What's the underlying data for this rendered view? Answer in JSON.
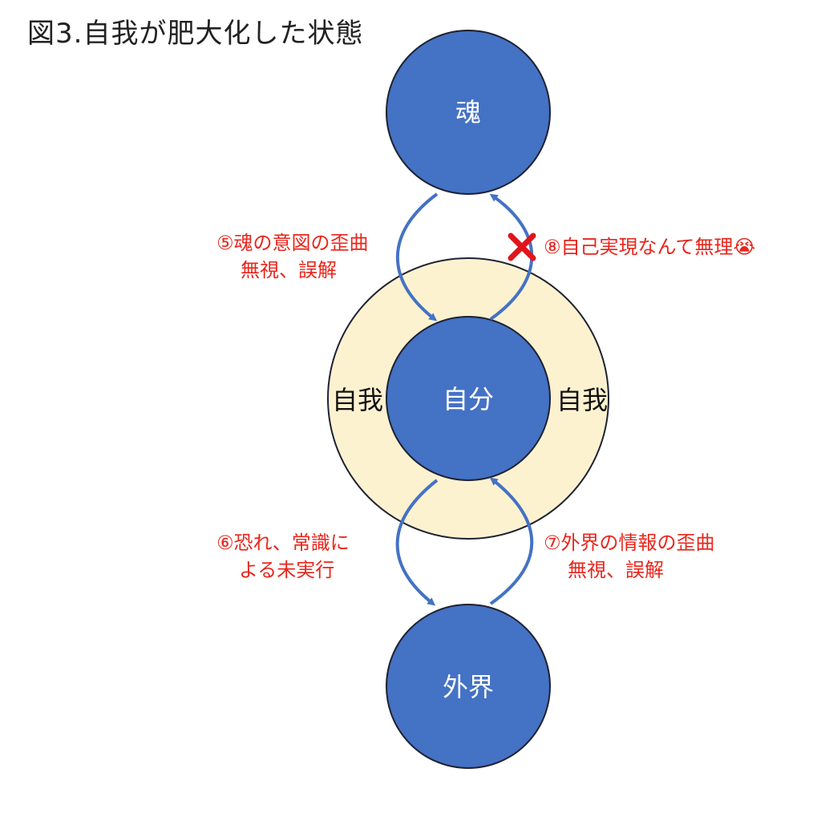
{
  "title": "図3.自我が肥大化した状態",
  "nodes": {
    "soul": "魂",
    "self": "自分",
    "outer": "外界",
    "ego_left": "自我",
    "ego_right": "自我"
  },
  "annotations": {
    "a5_line1": "⑤魂の意図の歪曲",
    "a5_line2": "無視、誤解",
    "a8": "⑧自己実現なんて無理😭",
    "a6_line1": "⑥恐れ、常識に",
    "a6_line2": "よる未実行",
    "a7_line1": "⑦外界の情報の歪曲",
    "a7_line2": "無視、誤解"
  },
  "colors": {
    "node_fill": "#4472c4",
    "node_stroke": "#1f2233",
    "ego_fill": "#fdf2d0",
    "arrow": "#4472c4",
    "annotation": "#e8261c",
    "cross": "#e0151b"
  }
}
